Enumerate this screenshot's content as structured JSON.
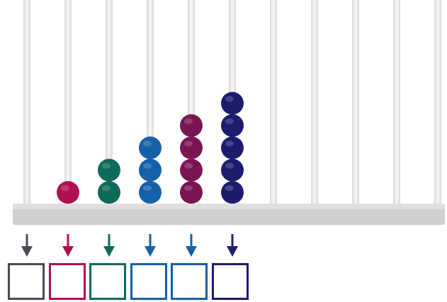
{
  "place_value_abacus": {
    "columns": [
      {
        "beads": 0,
        "color": "#4a4a55"
      },
      {
        "beads": 1,
        "color": "#b01050"
      },
      {
        "beads": 2,
        "color": "#0e6a5a"
      },
      {
        "beads": 3,
        "color": "#1560a8"
      },
      {
        "beads": 4,
        "color": "#7a1552"
      },
      {
        "beads": 5,
        "color": "#1c1c6e"
      }
    ],
    "extra_rods": 5,
    "rod_color": "#e4e4e4",
    "base_color": "#cfcfcf"
  },
  "answer_boxes": [
    {
      "value": "",
      "color": "#4a4a55"
    },
    {
      "value": "",
      "color": "#b01050"
    },
    {
      "value": "",
      "color": "#0e6a5a"
    },
    {
      "value": "",
      "color": "#1560a8"
    },
    {
      "value": "",
      "color": "#1560a8"
    },
    {
      "value": "",
      "color": "#1c1c6e"
    }
  ]
}
